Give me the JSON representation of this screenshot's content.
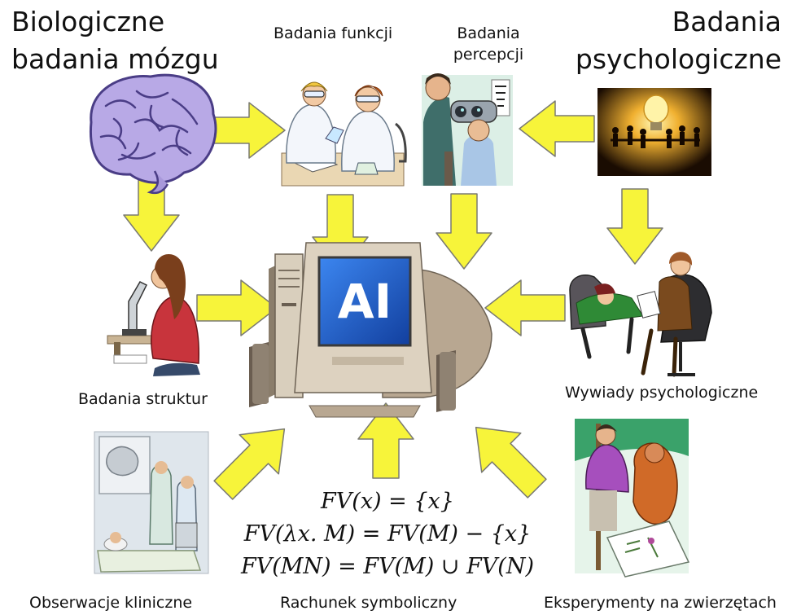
{
  "headings": {
    "left_line1": "Biologiczne",
    "left_line2": "badania mózgu",
    "right_line1": "Badania",
    "right_line2": "psychologiczne"
  },
  "top_labels": {
    "function": "Badania funkcji",
    "perception_line1": "Badania",
    "perception_line2": "percepcji"
  },
  "center": {
    "screen_text": "AI"
  },
  "captions": {
    "structures": "Badania struktur",
    "interviews": "Wywiady psychologiczne",
    "clinical": "Obserwacje kliniczne",
    "symbolic": "Rachunek symboliczny",
    "animals": "Eksperymenty na zwierzętach"
  },
  "formulas": [
    "FV(x) = {x}",
    "FV(λx. M) = FV(M) − {x}",
    "FV(MN) = FV(M) ∪ FV(N)"
  ],
  "colors": {
    "arrow_fill": "#f7f43a",
    "arrow_stroke": "#7a7a72",
    "screen_blue": "#1e5fd6"
  }
}
